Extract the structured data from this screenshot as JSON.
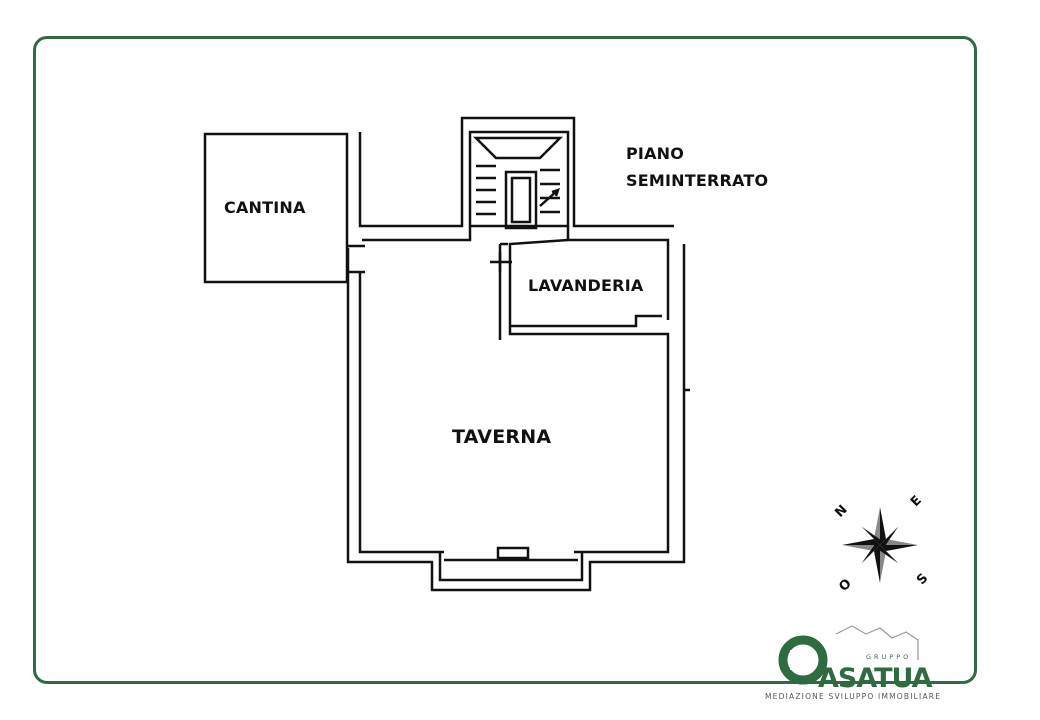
{
  "floor_title": {
    "line1": "PIANO",
    "line2": "SEMINTERRATO"
  },
  "rooms": {
    "cantina": "CANTINA",
    "lavanderia": "LAVANDERIA",
    "taverna": "TAVERNA"
  },
  "compass": {
    "north": "N",
    "east": "E",
    "south": "S",
    "west": "O"
  },
  "logo": {
    "gruppo": "GRUPPO",
    "name": "ASATUA",
    "tagline": "MEDIAZIONE SVILUPPO IMMOBILIARE"
  },
  "colors": {
    "brand_green": "#2e6b3e",
    "wall": "#111111"
  }
}
